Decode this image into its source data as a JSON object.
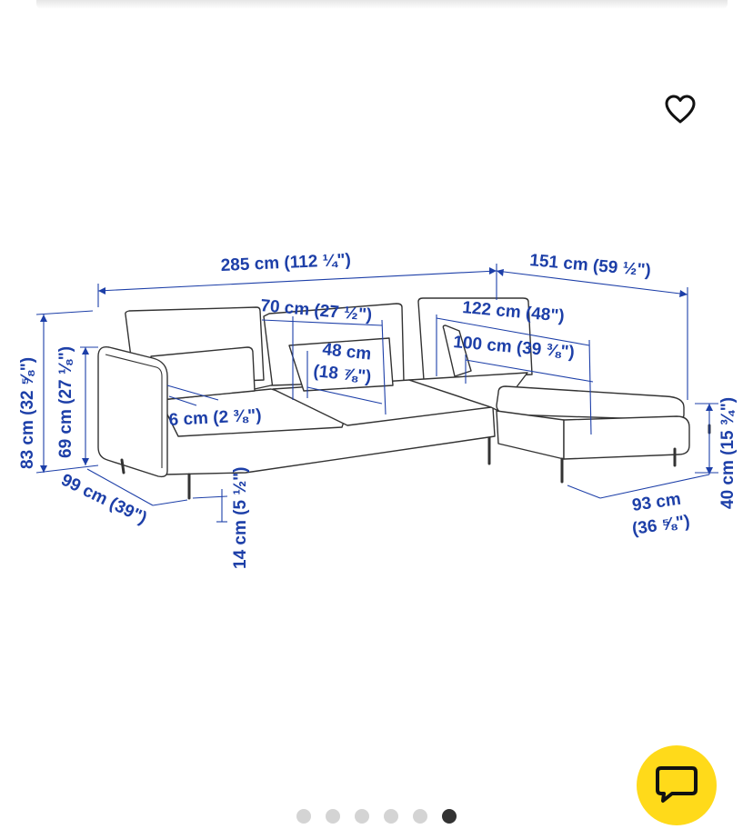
{
  "gallery": {
    "total_images": 6,
    "active_index": 6
  },
  "favorite": {
    "icon": "heart-outline-icon"
  },
  "chat": {
    "icon": "chat-bubble-icon",
    "background_color": "#ffda1a"
  },
  "diagram": {
    "line_color": "#1d3fa8",
    "labels": {
      "total_width": "285 cm (112 ¼\")",
      "chaise_width": "151 cm (59 ½\")",
      "seat_width": "70 cm (27 ½\")",
      "chaise_length": "122 cm (48\")",
      "seat_depth": "48 cm",
      "seat_depth_in": "(18 ⅞\")",
      "chaise_seat_length": "100 cm (39 ⅜\")",
      "armrest_width": "6 cm (2 ⅜\")",
      "total_height": "83 cm (32 ⅝\")",
      "armrest_height": "69 cm (27 ⅛\")",
      "total_depth": "99 cm (39\")",
      "free_height": "14 cm (5 ½\")",
      "chaise_depth": "93 cm",
      "chaise_depth_in": "(36 ⅝\")",
      "seat_height": "40 cm (15 ¾\")"
    }
  }
}
